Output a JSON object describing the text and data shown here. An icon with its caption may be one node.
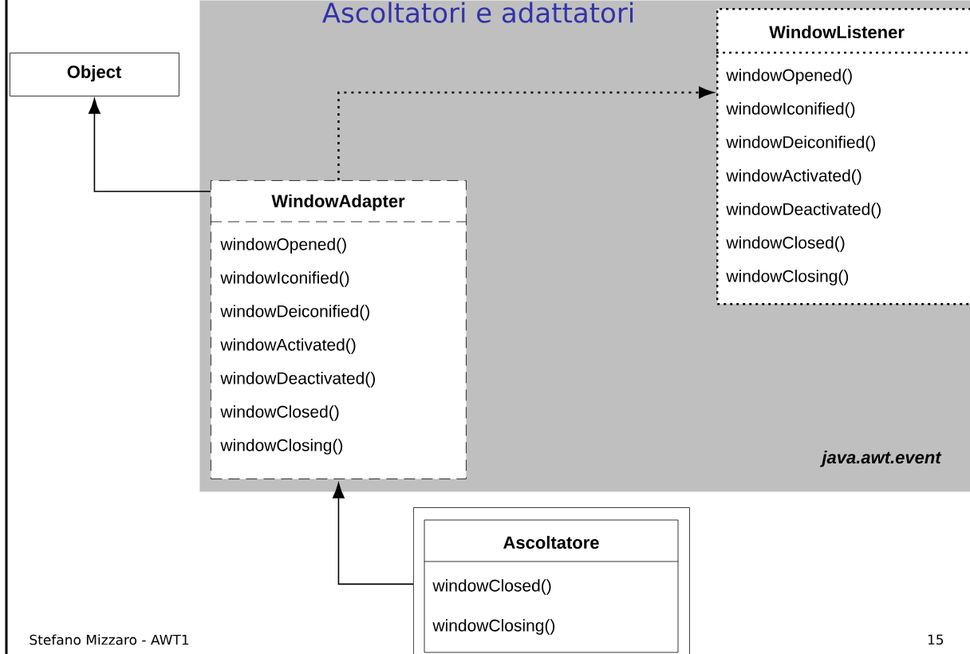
{
  "diagram": {
    "title": "Ascoltatori e adattatori",
    "nodes": [
      {
        "text": [
          "java.awt.event"
        ]
      },
      {
        "text": [
          "Object"
        ]
      },
      {
        "text": [
          "WindowAdapter",
          "windowOpened()",
          "windowIconified()",
          "windowDeiconified()",
          "windowActivated()",
          "windowDeactivated()",
          "windowClosed()",
          "windowClosing()"
        ],
        "in": 0
      },
      {
        "text": [
          "WindowListener",
          "windowOpened()",
          "windowIconified()",
          "windowDeiconified()",
          "windowActivated()",
          "windowDeactivated()",
          "windowClosed()",
          "windowClosing()"
        ],
        "in": 0
      },
      {
        "text": [
          "Ascoltatore",
          "windowClosed()",
          "windowClosing()"
        ]
      }
    ],
    "edges": [
      {
        "from": 2,
        "to": 1,
        "arrow": "to"
      },
      {
        "from": 2,
        "to": 3,
        "arrow": "to",
        "style": "dashed"
      },
      {
        "from": 4,
        "to": 2,
        "arrow": "to"
      }
    ],
    "labels": [
      "Stefano Mizzaro - AWT1",
      "15"
    ]
  }
}
